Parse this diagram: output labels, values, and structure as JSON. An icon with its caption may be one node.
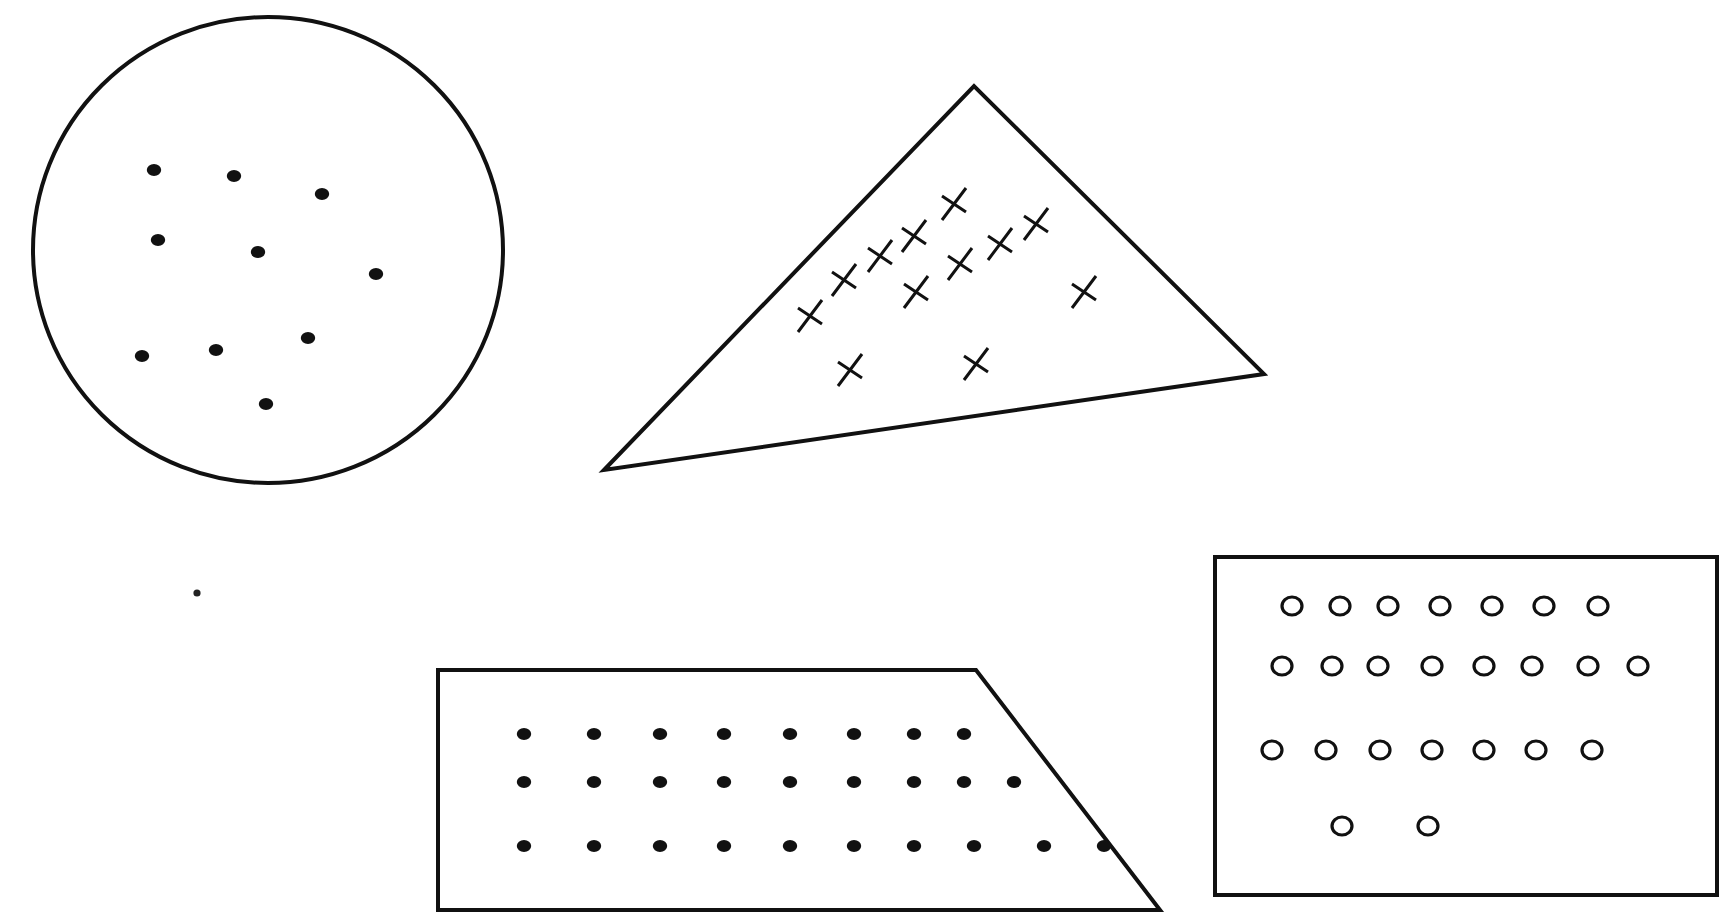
{
  "diagram": {
    "nodes": [
      {
        "text": [],
        "shape": "circle"
      },
      {
        "text": [],
        "shape": "triangle"
      },
      {
        "text": [],
        "shape": "trapezoid"
      },
      {
        "text": [],
        "shape": "box"
      }
    ]
  }
}
